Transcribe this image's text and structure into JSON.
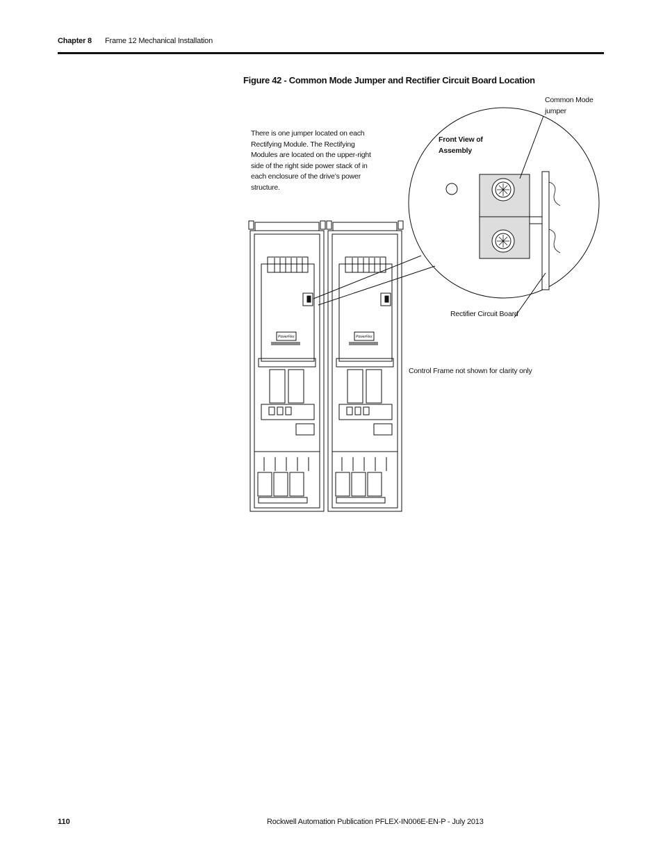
{
  "header": {
    "chapter": "Chapter 8",
    "section_title": "Frame 12 Mechanical Installation"
  },
  "figure": {
    "title": "Figure 42 - Common Mode Jumper and Rectifier Circuit Board Location",
    "callouts": {
      "jumper_note": "There is one jumper located on each Rectifying Module. The Rectifying Modules are located on the upper-right side of the right side power stack of in each enclosure of the drive’s power structure.",
      "common_mode_jumper": "Common Mode jumper",
      "front_view": "Front View of Assembly",
      "rectifier_circuit_board": "Rectifier Circuit Board",
      "control_frame_note": "Control Frame not shown for clarity only"
    },
    "enclosure_labels": [
      "PowerFlex",
      "PowerFlex"
    ]
  },
  "footer": {
    "page_number": "110",
    "publication": "Rockwell Automation Publication PFLEX-IN006E-EN-P - July 2013"
  }
}
